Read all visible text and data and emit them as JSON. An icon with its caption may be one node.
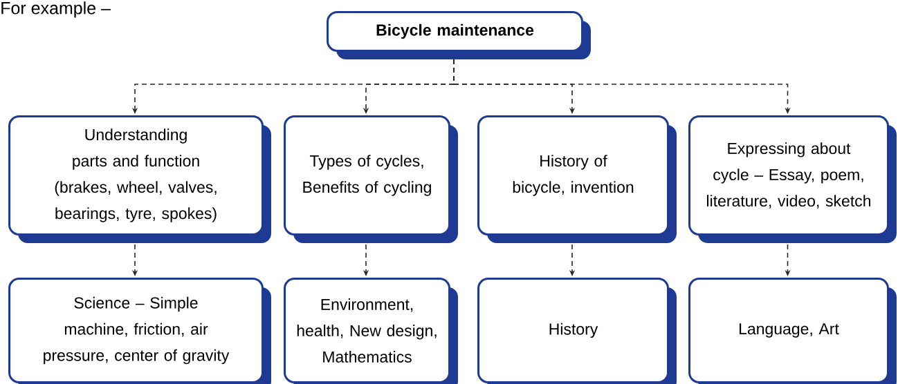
{
  "diagram": {
    "title": "For example –",
    "nodes": [
      {
        "text": [
          "Bicycle maintenance"
        ]
      },
      {
        "text": [
          "Understanding parts and function",
          "(brakes, wheel, valves, bearings, tyre, spokes)"
        ]
      },
      {
        "text": [
          "Types of cycles, Benefits of cycling"
        ]
      },
      {
        "text": [
          "History of bicycle, invention"
        ]
      },
      {
        "text": [
          "Expressing about cycle – Essay, poem, literature, video, sketch"
        ]
      },
      {
        "text": [
          "Science – Simple machine, friction, air pressure, center of gravity"
        ]
      },
      {
        "text": [
          "Environment, health, New design, Mathematics"
        ]
      },
      {
        "text": [
          "History"
        ]
      },
      {
        "text": [
          "Language, Art"
        ]
      }
    ],
    "edges": [
      {
        "from": 0,
        "to": 1,
        "arrow": "to",
        "style": "dashed"
      },
      {
        "from": 0,
        "to": 2,
        "arrow": "to",
        "style": "dashed"
      },
      {
        "from": 0,
        "to": 3,
        "arrow": "to",
        "style": "dashed"
      },
      {
        "from": 0,
        "to": 4,
        "arrow": "to",
        "style": "dashed"
      },
      {
        "from": 1,
        "to": 5,
        "arrow": "to",
        "style": "dashed"
      },
      {
        "from": 2,
        "to": 6,
        "arrow": "to",
        "style": "dashed"
      },
      {
        "from": 3,
        "to": 7,
        "arrow": "to",
        "style": "dashed"
      },
      {
        "from": 4,
        "to": 8,
        "arrow": "to",
        "style": "dashed"
      }
    ]
  }
}
